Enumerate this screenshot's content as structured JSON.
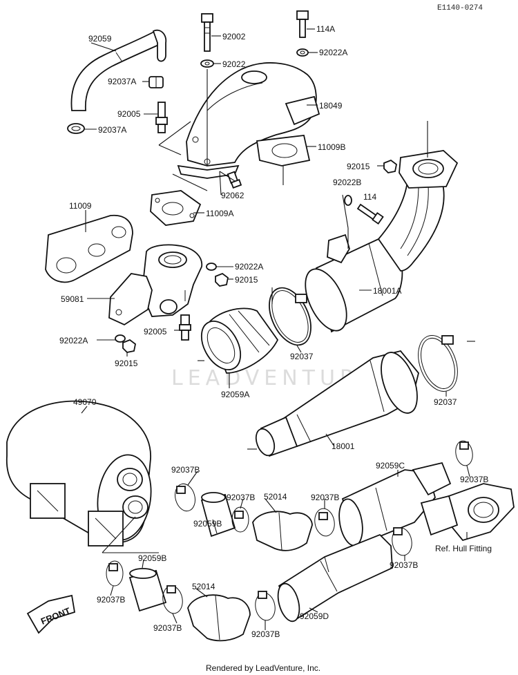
{
  "diagram_code": "E1140-0274",
  "watermark": "LEADVENTURE",
  "footer": "Rendered by LeadVenture, Inc.",
  "front_label": "FRONT",
  "parts": {
    "p92059_top": "92059",
    "p92002": "92002",
    "p114A": "114A",
    "p92022A_top": "92022A",
    "p92022": "92022",
    "p92037A_1": "92037A",
    "p92037A_2": "92037A",
    "p92005_top": "92005",
    "p18049": "18049",
    "p11009B": "11009B",
    "p92062": "92062",
    "p92015_right": "92015",
    "p92022B": "92022B",
    "p114": "114",
    "p11009": "11009",
    "p11009A": "11009A",
    "p92022A_mid": "92022A",
    "p92015_mid": "92015",
    "p59081": "59081",
    "p18001A": "18001A",
    "p92022A_left": "92022A",
    "p92005_mid": "92005",
    "p92037_mid": "92037",
    "p92015_left": "92015",
    "p92059A": "92059A",
    "p92037_right": "92037",
    "p49070": "49070",
    "p18001": "18001",
    "p92059C": "92059C",
    "p92037B_r1": "92037B",
    "p92037B_a": "92037B",
    "p92037B_b": "92037B",
    "p92037B_c": "92037B",
    "p52014_upper": "52014",
    "p92059B_upper": "92059B",
    "ref_hull": "Ref. Hull Fitting",
    "p92037B_r2": "92037B",
    "p92059B_lower": "92059B",
    "p52014_lower": "52014",
    "p92037B_l1": "92037B",
    "p92037B_l2": "92037B",
    "p92037B_l3": "92037B",
    "p92059D": "92059D"
  }
}
